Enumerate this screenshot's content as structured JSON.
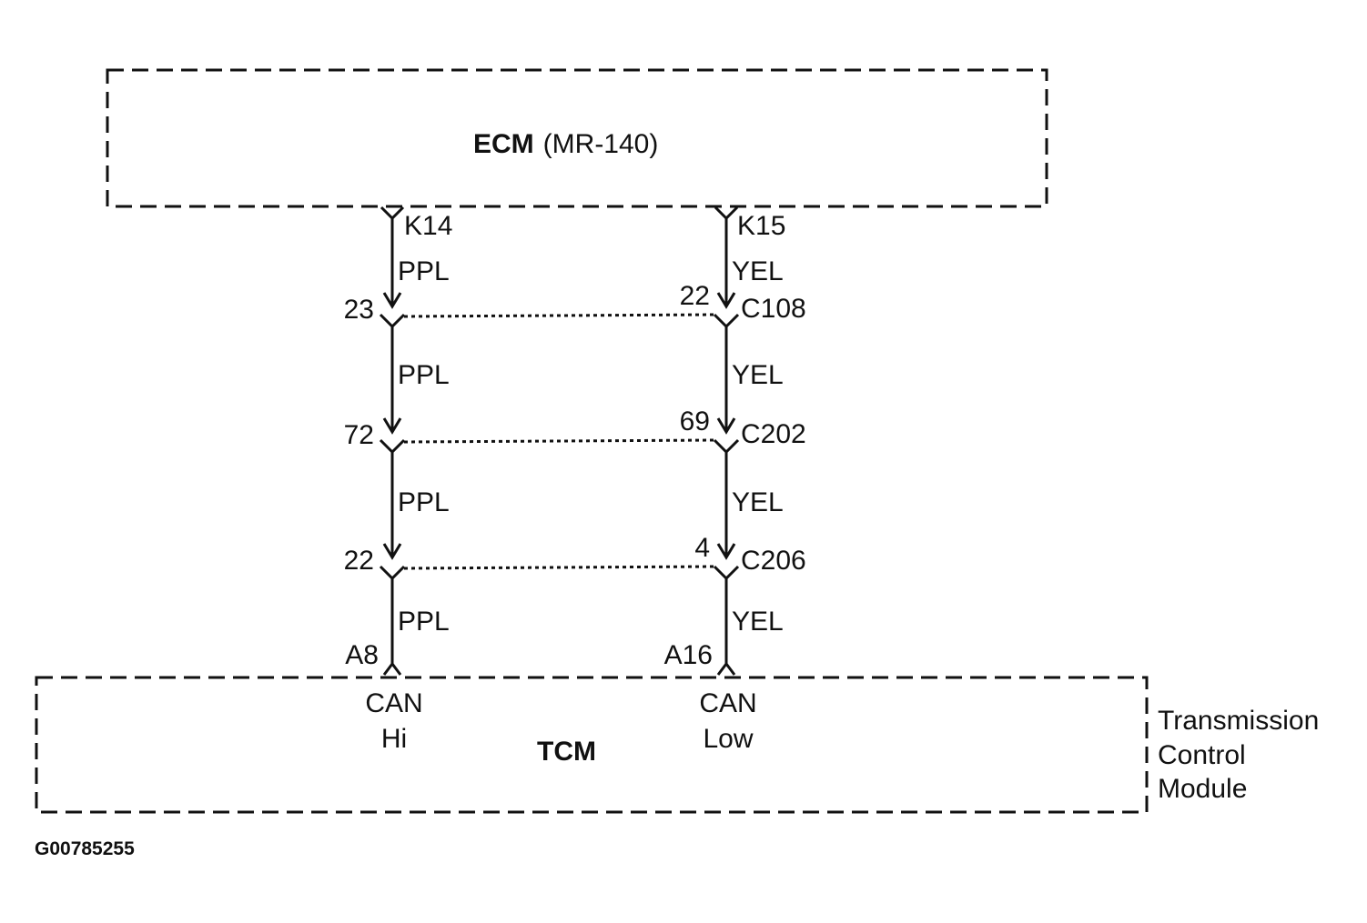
{
  "ecm": {
    "name": "ECM",
    "code": "(MR-140)"
  },
  "tcm": {
    "name": "TCM",
    "description": [
      "Transmission",
      "Control",
      "Module"
    ],
    "pin_labels": {
      "left": [
        "CAN",
        "Hi"
      ],
      "right": [
        "CAN",
        "Low"
      ]
    }
  },
  "left_wire": {
    "ecm_pin": "K14",
    "color": "PPL",
    "connector_pins": [
      "23",
      "72",
      "22"
    ],
    "tcm_pin": "A8"
  },
  "right_wire": {
    "ecm_pin": "K15",
    "color": "YEL",
    "connector_pins": [
      "22",
      "69",
      "4"
    ],
    "tcm_pin": "A16"
  },
  "connectors": [
    "C108",
    "C202",
    "C206"
  ],
  "figure_id": "G00785255"
}
